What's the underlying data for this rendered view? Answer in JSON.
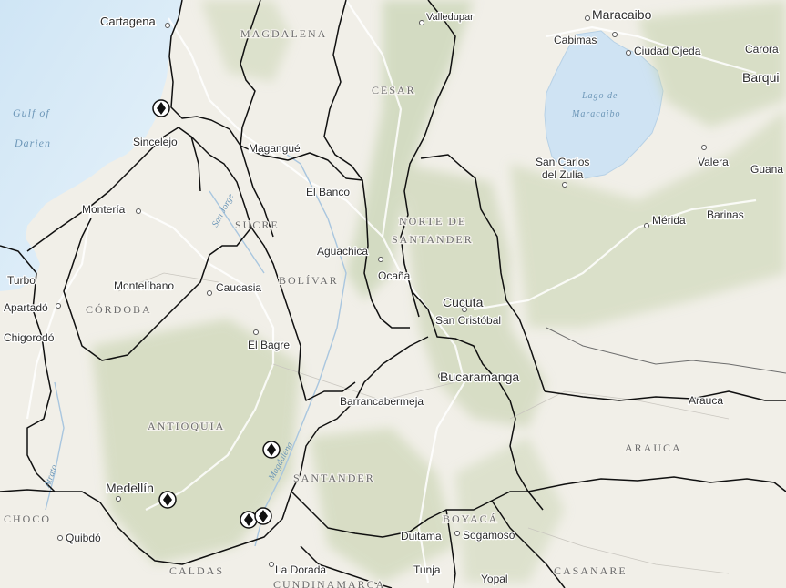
{
  "cities": [
    {
      "id": "cartagena",
      "label": "Cartagena"
    },
    {
      "id": "valledupar",
      "label": "Valledupar"
    },
    {
      "id": "maracaibo",
      "label": "Maracaibo"
    },
    {
      "id": "cabimas",
      "label": "Cabimas"
    },
    {
      "id": "ciudad-ojeda",
      "label": "Ciudad Ojeda"
    },
    {
      "id": "carora",
      "label": "Carora"
    },
    {
      "id": "barquisimeto",
      "label": "Barqui"
    },
    {
      "id": "sincelejo",
      "label": "Sincelejo"
    },
    {
      "id": "magangue",
      "label": "Magangué"
    },
    {
      "id": "el-banco",
      "label": "El Banco"
    },
    {
      "id": "san-carlos",
      "label": "San Carlos"
    },
    {
      "id": "del-zulia",
      "label": "del Zulia"
    },
    {
      "id": "valera",
      "label": "Valera"
    },
    {
      "id": "guanare",
      "label": "Guana"
    },
    {
      "id": "monteria",
      "label": "Montería"
    },
    {
      "id": "aguachica",
      "label": "Aguachica"
    },
    {
      "id": "merida",
      "label": "Mérida"
    },
    {
      "id": "barinas",
      "label": "Barinas"
    },
    {
      "id": "turbo",
      "label": "Turbo"
    },
    {
      "id": "ocana",
      "label": "Ocaña"
    },
    {
      "id": "montelibano",
      "label": "Montelíbano"
    },
    {
      "id": "caucasia",
      "label": "Caucasia"
    },
    {
      "id": "apartado",
      "label": "Apartadó"
    },
    {
      "id": "cucuta",
      "label": "Cucuta"
    },
    {
      "id": "san-cristobal",
      "label": "San Cristóbal"
    },
    {
      "id": "chigorodo",
      "label": "Chigorodó"
    },
    {
      "id": "el-bagre",
      "label": "El Bagre"
    },
    {
      "id": "bucaramanga",
      "label": "Bucaramanga"
    },
    {
      "id": "barrancabermeja",
      "label": "Barrancabermeja"
    },
    {
      "id": "arauca",
      "label": "Arauca"
    },
    {
      "id": "medellin",
      "label": "Medellín"
    },
    {
      "id": "quibdo",
      "label": "Quibdó"
    },
    {
      "id": "duitama",
      "label": "Duitama"
    },
    {
      "id": "sogamoso",
      "label": "Sogamoso"
    },
    {
      "id": "la-dorada",
      "label": "La Dorada"
    },
    {
      "id": "tunja",
      "label": "Tunja"
    },
    {
      "id": "yopal",
      "label": "Yopal"
    }
  ],
  "departments": [
    {
      "id": "magdalena",
      "label": "MAGDALENA"
    },
    {
      "id": "cesar",
      "label": "CESAR"
    },
    {
      "id": "sucre",
      "label": "SUCRE"
    },
    {
      "id": "norte-de-santander-1",
      "label": "NORTE DE"
    },
    {
      "id": "norte-de-santander-2",
      "label": "SANTANDER"
    },
    {
      "id": "bolivar",
      "label": "BOLÍVAR"
    },
    {
      "id": "cordoba",
      "label": "CÓRDOBA"
    },
    {
      "id": "antioquia",
      "label": "ANTIOQUIA"
    },
    {
      "id": "arauca",
      "label": "ARAUCA"
    },
    {
      "id": "santander",
      "label": "SANTANDER"
    },
    {
      "id": "choco",
      "label": "CHOCO"
    },
    {
      "id": "boyaca",
      "label": "BOYACÁ"
    },
    {
      "id": "caldas",
      "label": "CALDAS"
    },
    {
      "id": "cundinamarca",
      "label": "CUNDINAMARCA"
    },
    {
      "id": "casanare",
      "label": "CASANARE"
    }
  ],
  "water": [
    {
      "id": "gulf-of-darien-1",
      "label": "Gulf of"
    },
    {
      "id": "gulf-of-darien-2",
      "label": "Darien"
    },
    {
      "id": "lago-1",
      "label": "Lago de"
    },
    {
      "id": "lago-2",
      "label": "Maracaibo"
    }
  ],
  "rivers": [
    {
      "id": "san-jorge",
      "label": "San Jorge"
    },
    {
      "id": "magdalena-river",
      "label": "Magdalena"
    },
    {
      "id": "atrato",
      "label": "Atrato"
    }
  ],
  "markers": [
    {
      "id": "marker-1",
      "icon": "diamond-marker-icon"
    },
    {
      "id": "marker-2",
      "icon": "diamond-marker-icon"
    },
    {
      "id": "marker-3",
      "icon": "diamond-marker-icon"
    },
    {
      "id": "marker-4",
      "icon": "diamond-marker-icon"
    },
    {
      "id": "marker-5",
      "icon": "diamond-marker-icon"
    }
  ],
  "colors": {
    "land": "#f1efe8",
    "sea": "#d8eaf6",
    "lake": "#cfe3f3",
    "relief": "#c8d6b4",
    "border": "#101010"
  }
}
